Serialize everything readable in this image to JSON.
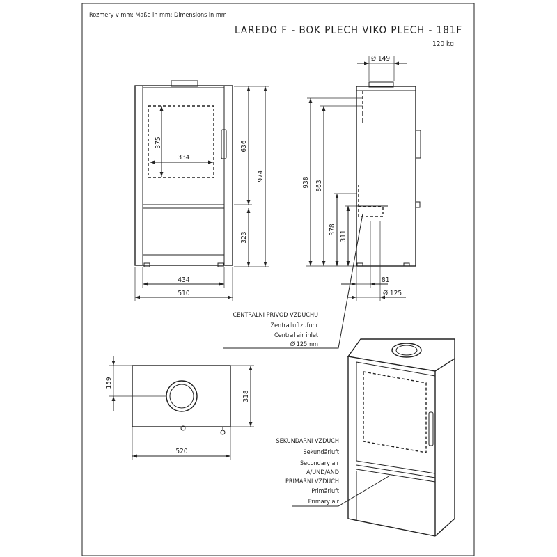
{
  "header": {
    "units_note": "Rozmery v mm; Maße in mm; Dimensions in mm",
    "title": "LAREDO F - BOK PLECH VIKO PLECH - 181F",
    "weight": "120 kg"
  },
  "front_view": {
    "dim_window_h": "375",
    "dim_window_w": "334",
    "dim_upper_h": "636",
    "dim_total_h": "974",
    "dim_lower_h": "323",
    "dim_base_w": "434",
    "dim_total_w": "510"
  },
  "side_view": {
    "dim_flue_d": "Ø 149",
    "dim_flue_h": "938",
    "dim_upper": "863",
    "dim_inlet_h": "378",
    "dim_inlet_center": "311",
    "dim_inlet_x": "81",
    "dim_inlet_d": "Ø 125"
  },
  "central_air": {
    "cz": "CENTRALNI PRIVOD VZDUCHU",
    "de": "Zentralluftzufuhr",
    "en": "Central air inlet",
    "d": "Ø 125mm"
  },
  "top_view": {
    "dim_flue_offset": "159",
    "dim_depth": "318",
    "dim_width": "520"
  },
  "air_labels": {
    "sec_cz": "SEKUNDARNI VZDUCH",
    "sec_de": "Sekundärluft",
    "sec_en": "Secondary air",
    "and": "A/UND/AND",
    "pri_cz": "PRIMARNI VZDUCH",
    "pri_de": "Primärluft",
    "pri_en": "Primary air"
  }
}
